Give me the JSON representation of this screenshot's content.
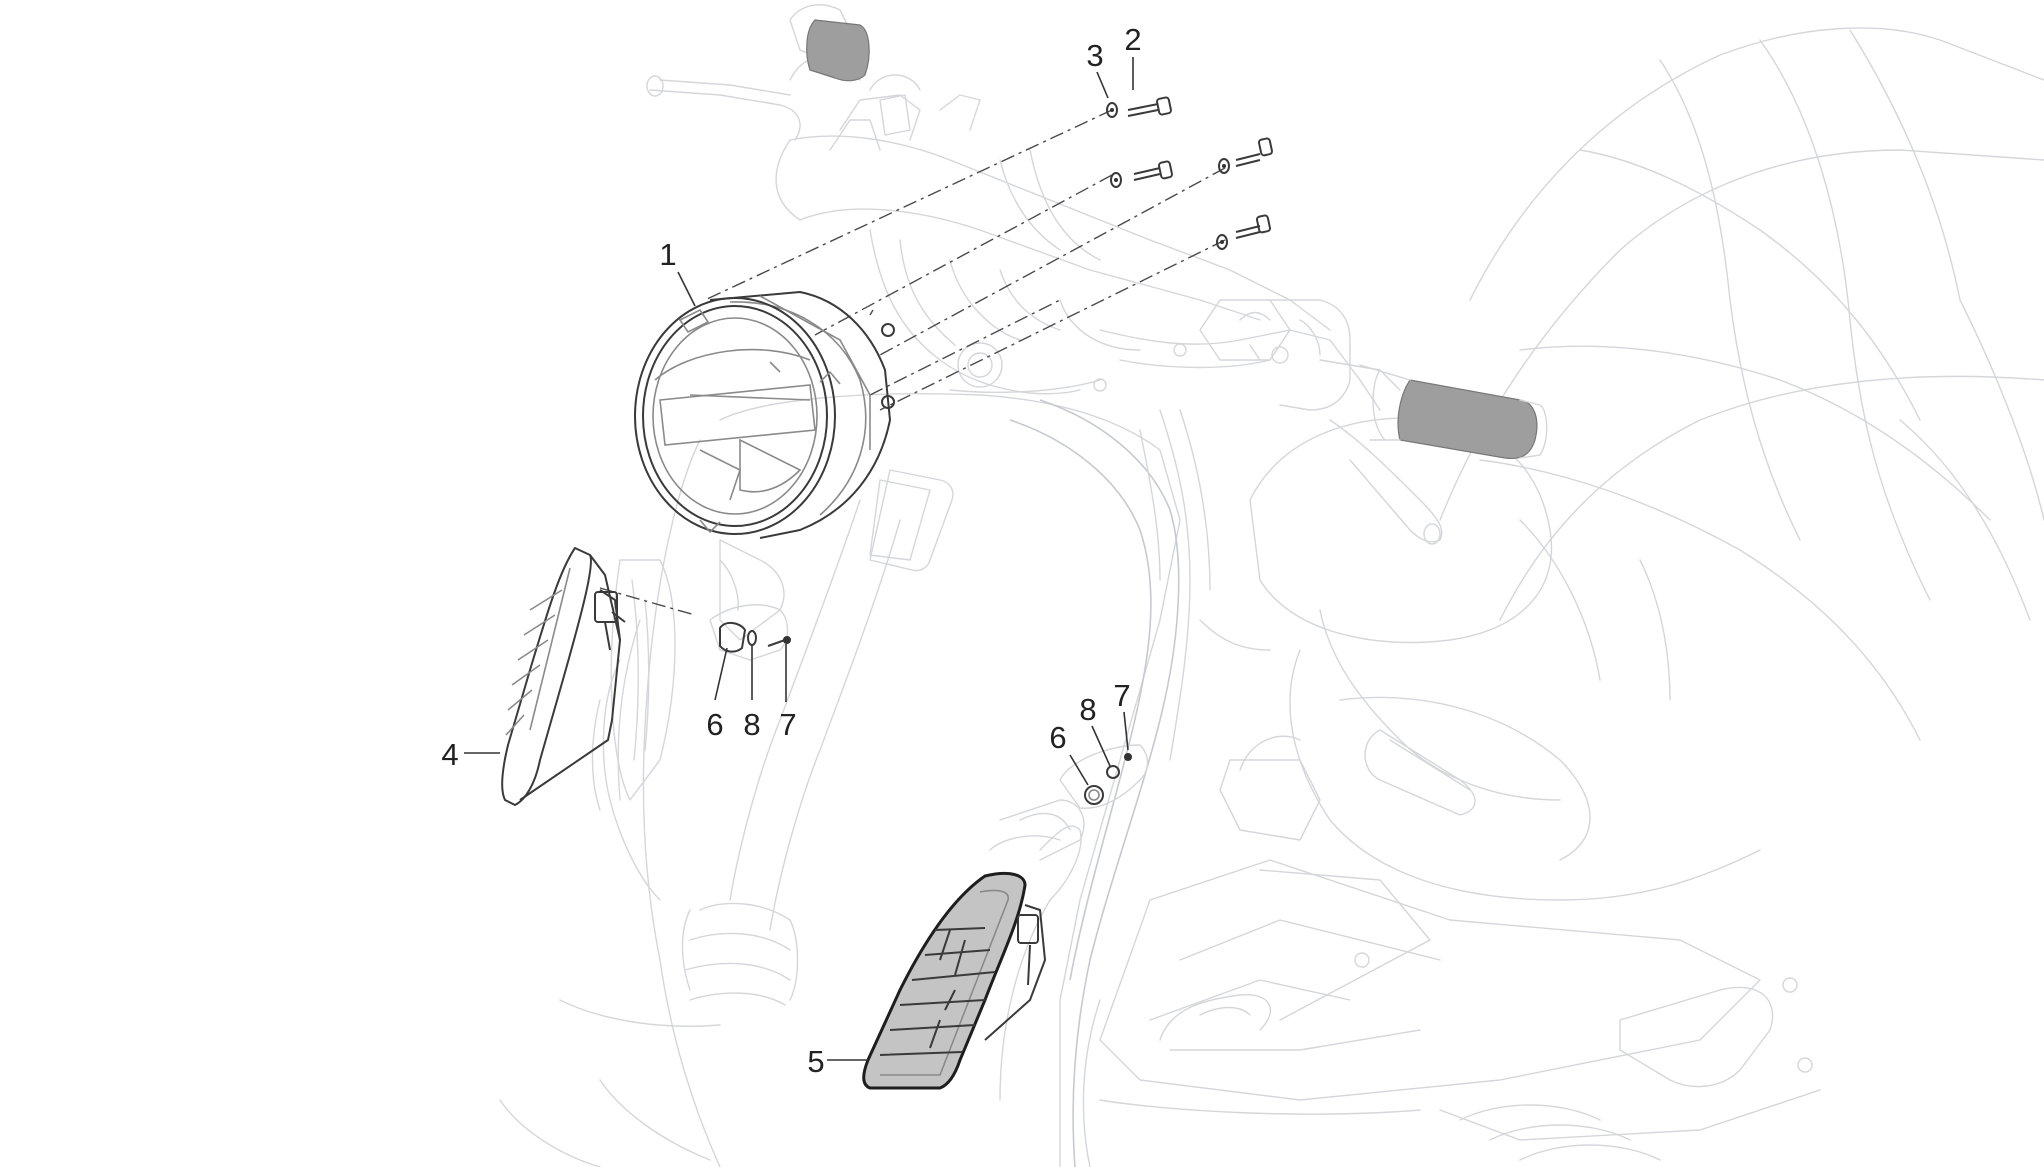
{
  "callouts": [
    {
      "id": "c1",
      "label": "1"
    },
    {
      "id": "c2",
      "label": "2"
    },
    {
      "id": "c3",
      "label": "3"
    },
    {
      "id": "c4",
      "label": "4"
    },
    {
      "id": "c5",
      "label": "5"
    },
    {
      "id": "c6a",
      "label": "6"
    },
    {
      "id": "c8a",
      "label": "8"
    },
    {
      "id": "c7a",
      "label": "7"
    },
    {
      "id": "c6b",
      "label": "6"
    },
    {
      "id": "c8b",
      "label": "8"
    },
    {
      "id": "c7b",
      "label": "7"
    }
  ],
  "colors": {
    "background": "#ffffff",
    "ghost_lines": "#d4d6da",
    "part_lines": "#3a3a3a",
    "callout_text": "#222222"
  }
}
